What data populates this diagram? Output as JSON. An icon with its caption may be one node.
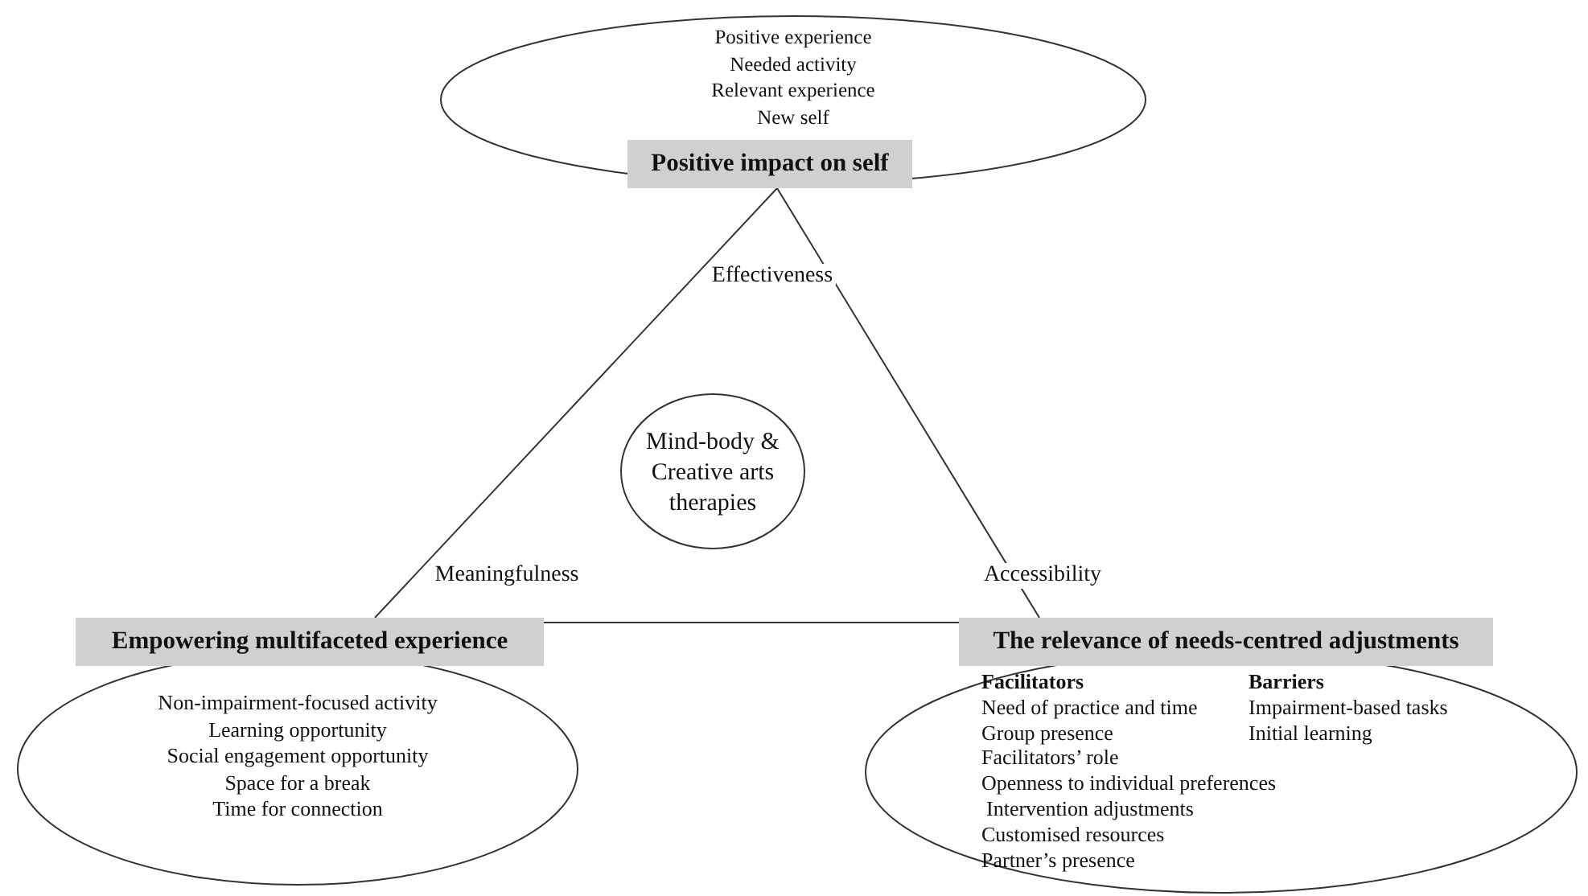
{
  "diagram": {
    "nodes": [
      {
        "text": [
          "Positive experience",
          "Needed activity",
          "Relevant experience",
          "New self",
          "Positive impact on self"
        ]
      },
      {
        "text": [
          "Mind-body & Creative arts therapies"
        ]
      },
      {
        "text": [
          "Empowering multifaceted experience",
          "Non-impairment-focused activity",
          "Learning opportunity",
          "Social engagement opportunity",
          "Space for a break",
          "Time for connection"
        ]
      },
      {
        "text": [
          "The relevance of needs-centred adjustments",
          "Facilitators",
          "Need of practice and time",
          "Group presence",
          "Facilitators’ role",
          "Openness to individual preferences",
          "Intervention adjustments",
          "Customised resources",
          "Partner’s presence",
          "Barriers",
          "Impairment-based tasks",
          "Initial learning"
        ]
      }
    ],
    "edges": [
      {
        "from": 0,
        "to": 2,
        "arrow": "none",
        "label": "Meaningfulness"
      },
      {
        "from": 0,
        "to": 3,
        "arrow": "none",
        "label": "Accessibility"
      },
      {
        "from": 2,
        "to": 3,
        "arrow": "none"
      }
    ],
    "labels": [
      "Effectiveness"
    ]
  }
}
